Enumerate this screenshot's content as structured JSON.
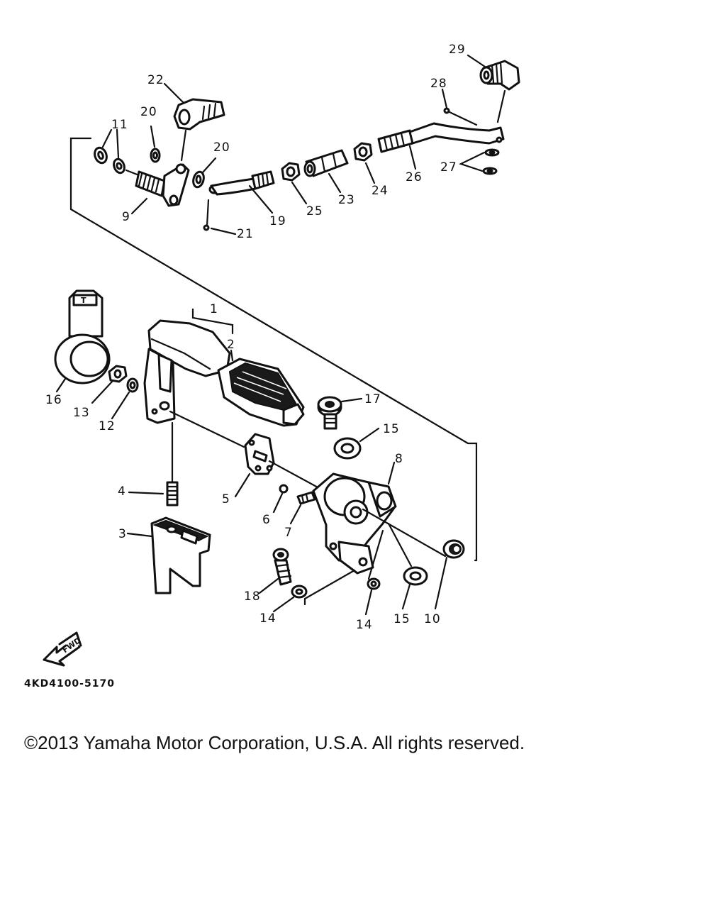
{
  "callouts": [
    "1",
    "2",
    "3",
    "4",
    "5",
    "6",
    "7",
    "8",
    "9",
    "10",
    "11",
    "12",
    "13",
    "14",
    "14",
    "15",
    "15",
    "16",
    "17",
    "18",
    "19",
    "20",
    "20",
    "21",
    "22",
    "23",
    "24",
    "25",
    "26",
    "27",
    "28",
    "29"
  ],
  "fwd_label": "FWD",
  "diagram_code": "4KD4100-5170",
  "copyright": "©2013 Yamaha Motor Corporation, U.S.A. All rights reserved.",
  "icons": [
    "fwd-arrow-icon"
  ]
}
